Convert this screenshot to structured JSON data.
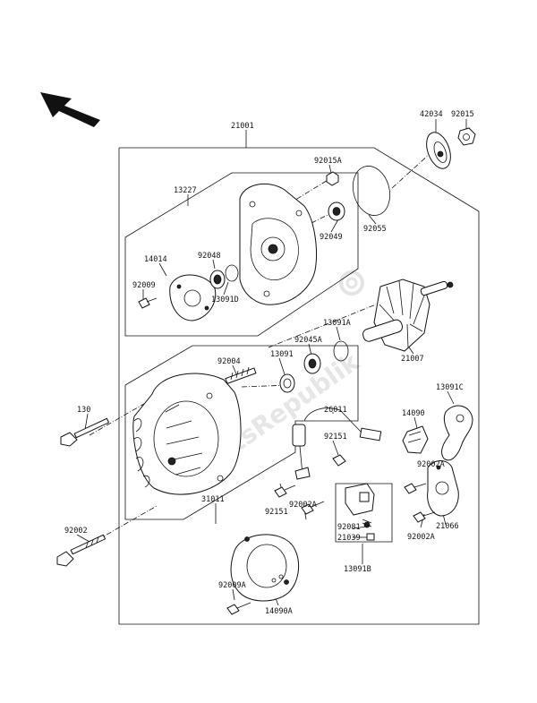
{
  "diagram": {
    "watermark": "PartsRepublik",
    "labels": {
      "p21001": "21001",
      "p42034": "42034",
      "p92015": "92015",
      "p92015A": "92015A",
      "p13227": "13227",
      "p92055": "92055",
      "p14014": "14014",
      "p92048": "92048",
      "p92049": "92049",
      "p92009": "92009",
      "p13091D": "13091D",
      "p13091A": "13091A",
      "p92045A": "92045A",
      "p21007": "21007",
      "p92004": "92004",
      "p13091": "13091",
      "p130": "130",
      "p26011": "26011",
      "p13091C": "13091C",
      "p14090": "14090",
      "p92151a": "92151",
      "p92002Aa": "92002A",
      "p92151b": "92151",
      "p31011": "31011",
      "p92002Ab": "92002A",
      "p92002Ac": "92002A",
      "p21066": "21066",
      "p92081": "92081",
      "p21039": "21039",
      "p92002": "92002",
      "p13091B": "13091B",
      "p92009A": "92009A",
      "p14090A": "14090A"
    }
  }
}
